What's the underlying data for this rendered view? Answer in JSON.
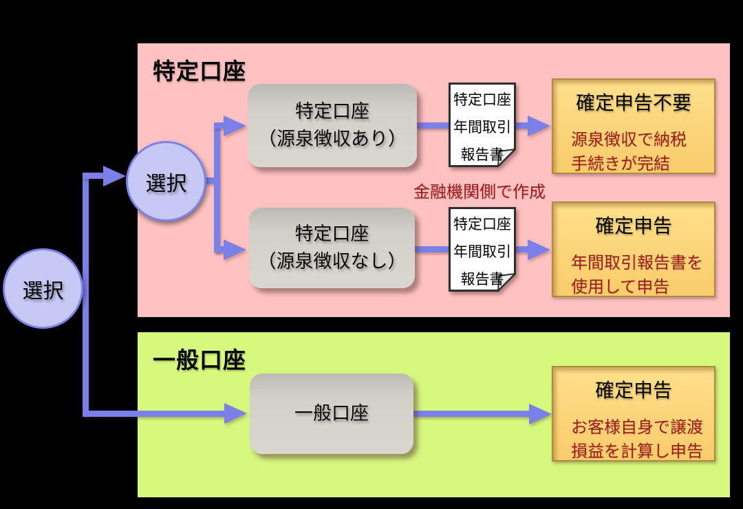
{
  "colors": {
    "background": "#000000",
    "panel_specified": "#ffc1c1",
    "panel_general": "#d6f87d",
    "arrow": "#7b80e8",
    "circle_fill": "#c5c9f3",
    "circle_border": "#7d81e8",
    "gray_node": "#d2d0c9",
    "orange_fill": "#fcd479",
    "orange_border": "#aa8c3e",
    "red_text": "#9c1c1c",
    "doc_bg": "#ffffff",
    "doc_border": "#2e2e2e"
  },
  "panels": {
    "specified": {
      "title": "特定口座"
    },
    "general": {
      "title": "一般口座"
    }
  },
  "start": {
    "label": "選択"
  },
  "branch": {
    "label": "選択"
  },
  "nodes": {
    "with_withholding": {
      "line1": "特定口座",
      "line2": "（源泉徴収あり）"
    },
    "without_withholding": {
      "line1": "特定口座",
      "line2": "（源泉徴収なし）"
    },
    "general": {
      "label": "一般口座"
    }
  },
  "document": {
    "line1": "特定口座",
    "line2": "年間取引",
    "line3": "報告書"
  },
  "note": {
    "text": "金融機関側で作成"
  },
  "outcomes": {
    "no_filing": {
      "title": "確定申告不要",
      "desc1": "源泉徴収で納税",
      "desc2": "手続きが完結"
    },
    "filing_specified": {
      "title": "確定申告",
      "desc1": "年間取引報告書を",
      "desc2": "使用して申告"
    },
    "filing_general": {
      "title": "確定申告",
      "desc1": "お客様自身で譲渡",
      "desc2": "損益を計算し申告"
    }
  }
}
